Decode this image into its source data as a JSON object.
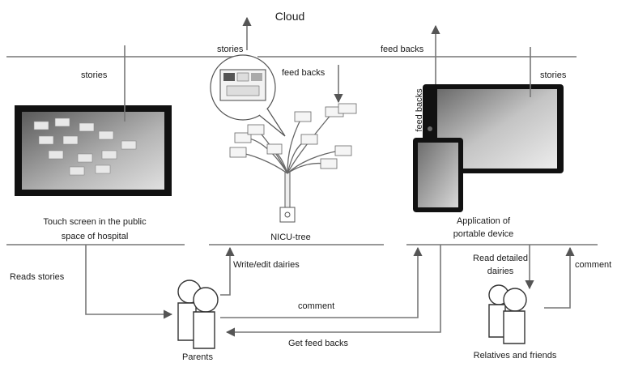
{
  "title": "Cloud",
  "labels": {
    "stories_top": "stories",
    "feedbacks_top": "feed backs",
    "stories_left": "stories",
    "feedbacks_tree": "feed backs",
    "stories_right": "stories",
    "feedbacks_vertical": "feed backs",
    "touch_screen_line1": "Touch screen in the public",
    "touch_screen_line2": "space of hospital",
    "nicu_tree": "NICU-tree",
    "app_line1": "Application of",
    "app_line2": "portable device",
    "reads_stories": "Reads stories",
    "write_edit": "Write/edit dairies",
    "read_detailed_line1": "Read detailed",
    "read_detailed_line2": "dairies",
    "comment_right": "comment",
    "comment_mid": "comment",
    "get_feedbacks": "Get feed backs",
    "parents": "Parents",
    "relatives": "Relatives and friends"
  }
}
